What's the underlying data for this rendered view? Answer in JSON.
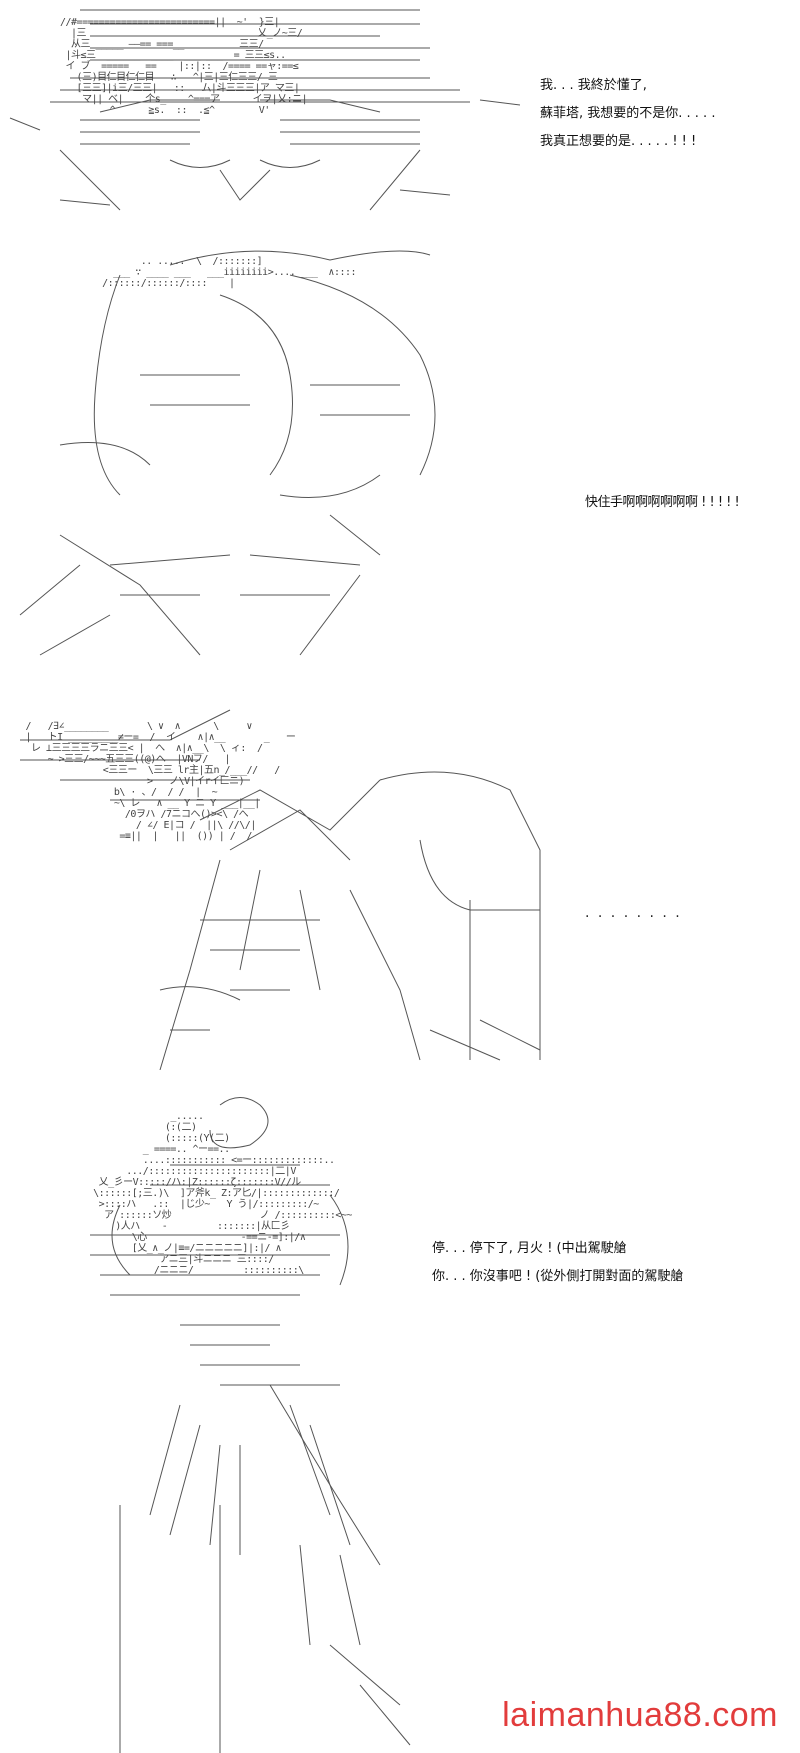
{
  "panel1": {
    "lines": [
      "我. . . 我終於懂了,",
      "蘇菲塔, 我想要的不是你. . . . .",
      "我真正想要的是. . . . . ! ! !"
    ]
  },
  "panel2": {
    "lines": [
      "快住手啊啊啊啊啊啊 ! ! ! ! !"
    ]
  },
  "panel3": {
    "dots": ". . . . . . . ."
  },
  "panel4": {
    "lines": [
      "停. . . 停下了, 月火 ! (中出駕駛艙",
      "你. . . 你沒事吧 ! (從外側打開對面的駕駛艙"
    ]
  },
  "watermark": "laimanhua88.com",
  "colors": {
    "watermark": "#e23c3c",
    "ink": "#444444"
  }
}
